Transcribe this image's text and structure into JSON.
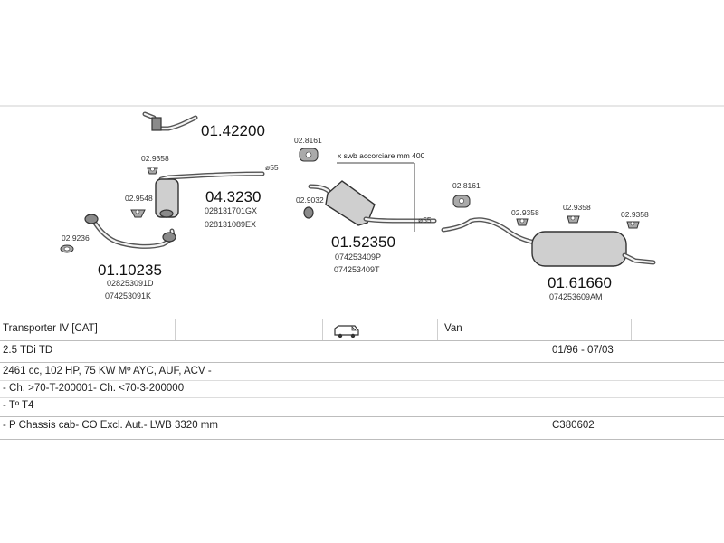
{
  "parts": [
    {
      "id": "intake",
      "number": "01.42200",
      "codes": []
    },
    {
      "id": "front",
      "number": "01.10235",
      "codes": [
        "028253091D",
        "074253091K"
      ]
    },
    {
      "id": "cat",
      "number": "04.3230",
      "codes": [
        "028131701GX",
        "028131089EX"
      ]
    },
    {
      "id": "middle",
      "number": "01.52350",
      "codes": [
        "074253409P",
        "074253409T"
      ]
    },
    {
      "id": "rear",
      "number": "01.61660",
      "codes": [
        "074253609AM"
      ]
    }
  ],
  "clips": [
    "02.9236",
    "02.9548",
    "02.9358",
    "02.8161",
    "02.9032",
    "02.8161",
    "02.9358",
    "02.9358",
    "02.9358"
  ],
  "diameters": [
    "ø55",
    "ø55"
  ],
  "note": "x swb accorciare mm 400",
  "table": {
    "model": "Transporter IV  [CAT]",
    "body": "Van",
    "engine": "2.5 TDi TD",
    "years": "01/96 - 07/03",
    "specs": "2461 cc, 102 HP, 75 KW Mº AYC, AUF, ACV -",
    "chassis": "- Ch. >70-T-200001- Ch. <70-3-200000",
    "type": "- Tº T4",
    "variant": "- P Chassis cab- CO Excl. Aut.- LWB 3320 mm",
    "code": "C380602"
  },
  "colors": {
    "pipe": "#555555",
    "part": "#cfcfcf",
    "grid": "#bdbdbd"
  }
}
